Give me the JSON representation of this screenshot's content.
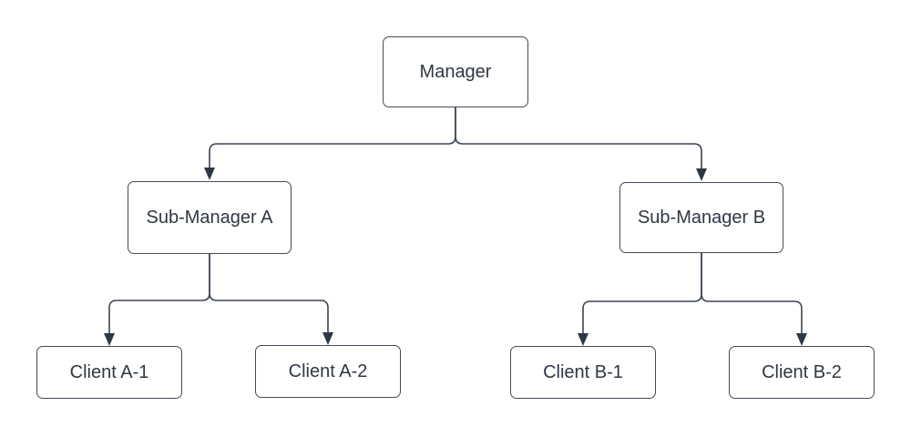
{
  "diagram": {
    "type": "tree",
    "description": "Organizational hierarchy chart",
    "colors": {
      "background": "#ffffff",
      "node_fill": "#ffffff",
      "node_border": "#434b59",
      "connector": "#3c4452",
      "arrowhead": "#2f3744",
      "text": "#2f3744"
    },
    "nodes": [
      {
        "id": "manager",
        "label": "Manager"
      },
      {
        "id": "sub-manager-a",
        "label": "Sub-Manager A"
      },
      {
        "id": "sub-manager-b",
        "label": "Sub-Manager B"
      },
      {
        "id": "client-a-1",
        "label": "Client A-1"
      },
      {
        "id": "client-a-2",
        "label": "Client A-2"
      },
      {
        "id": "client-b-1",
        "label": "Client B-1"
      },
      {
        "id": "client-b-2",
        "label": "Client B-2"
      }
    ],
    "edges": [
      {
        "from": "Manager",
        "to": "Sub-Manager A",
        "arrow": "filled-triangle"
      },
      {
        "from": "Manager",
        "to": "Sub-Manager B",
        "arrow": "filled-triangle"
      },
      {
        "from": "Sub-Manager A",
        "to": "Client A-1",
        "arrow": "filled-triangle"
      },
      {
        "from": "Sub-Manager A",
        "to": "Client A-2",
        "arrow": "filled-triangle"
      },
      {
        "from": "Sub-Manager B",
        "to": "Client B-1",
        "arrow": "filled-triangle"
      },
      {
        "from": "Sub-Manager B",
        "to": "Client B-2",
        "arrow": "filled-triangle"
      }
    ]
  }
}
